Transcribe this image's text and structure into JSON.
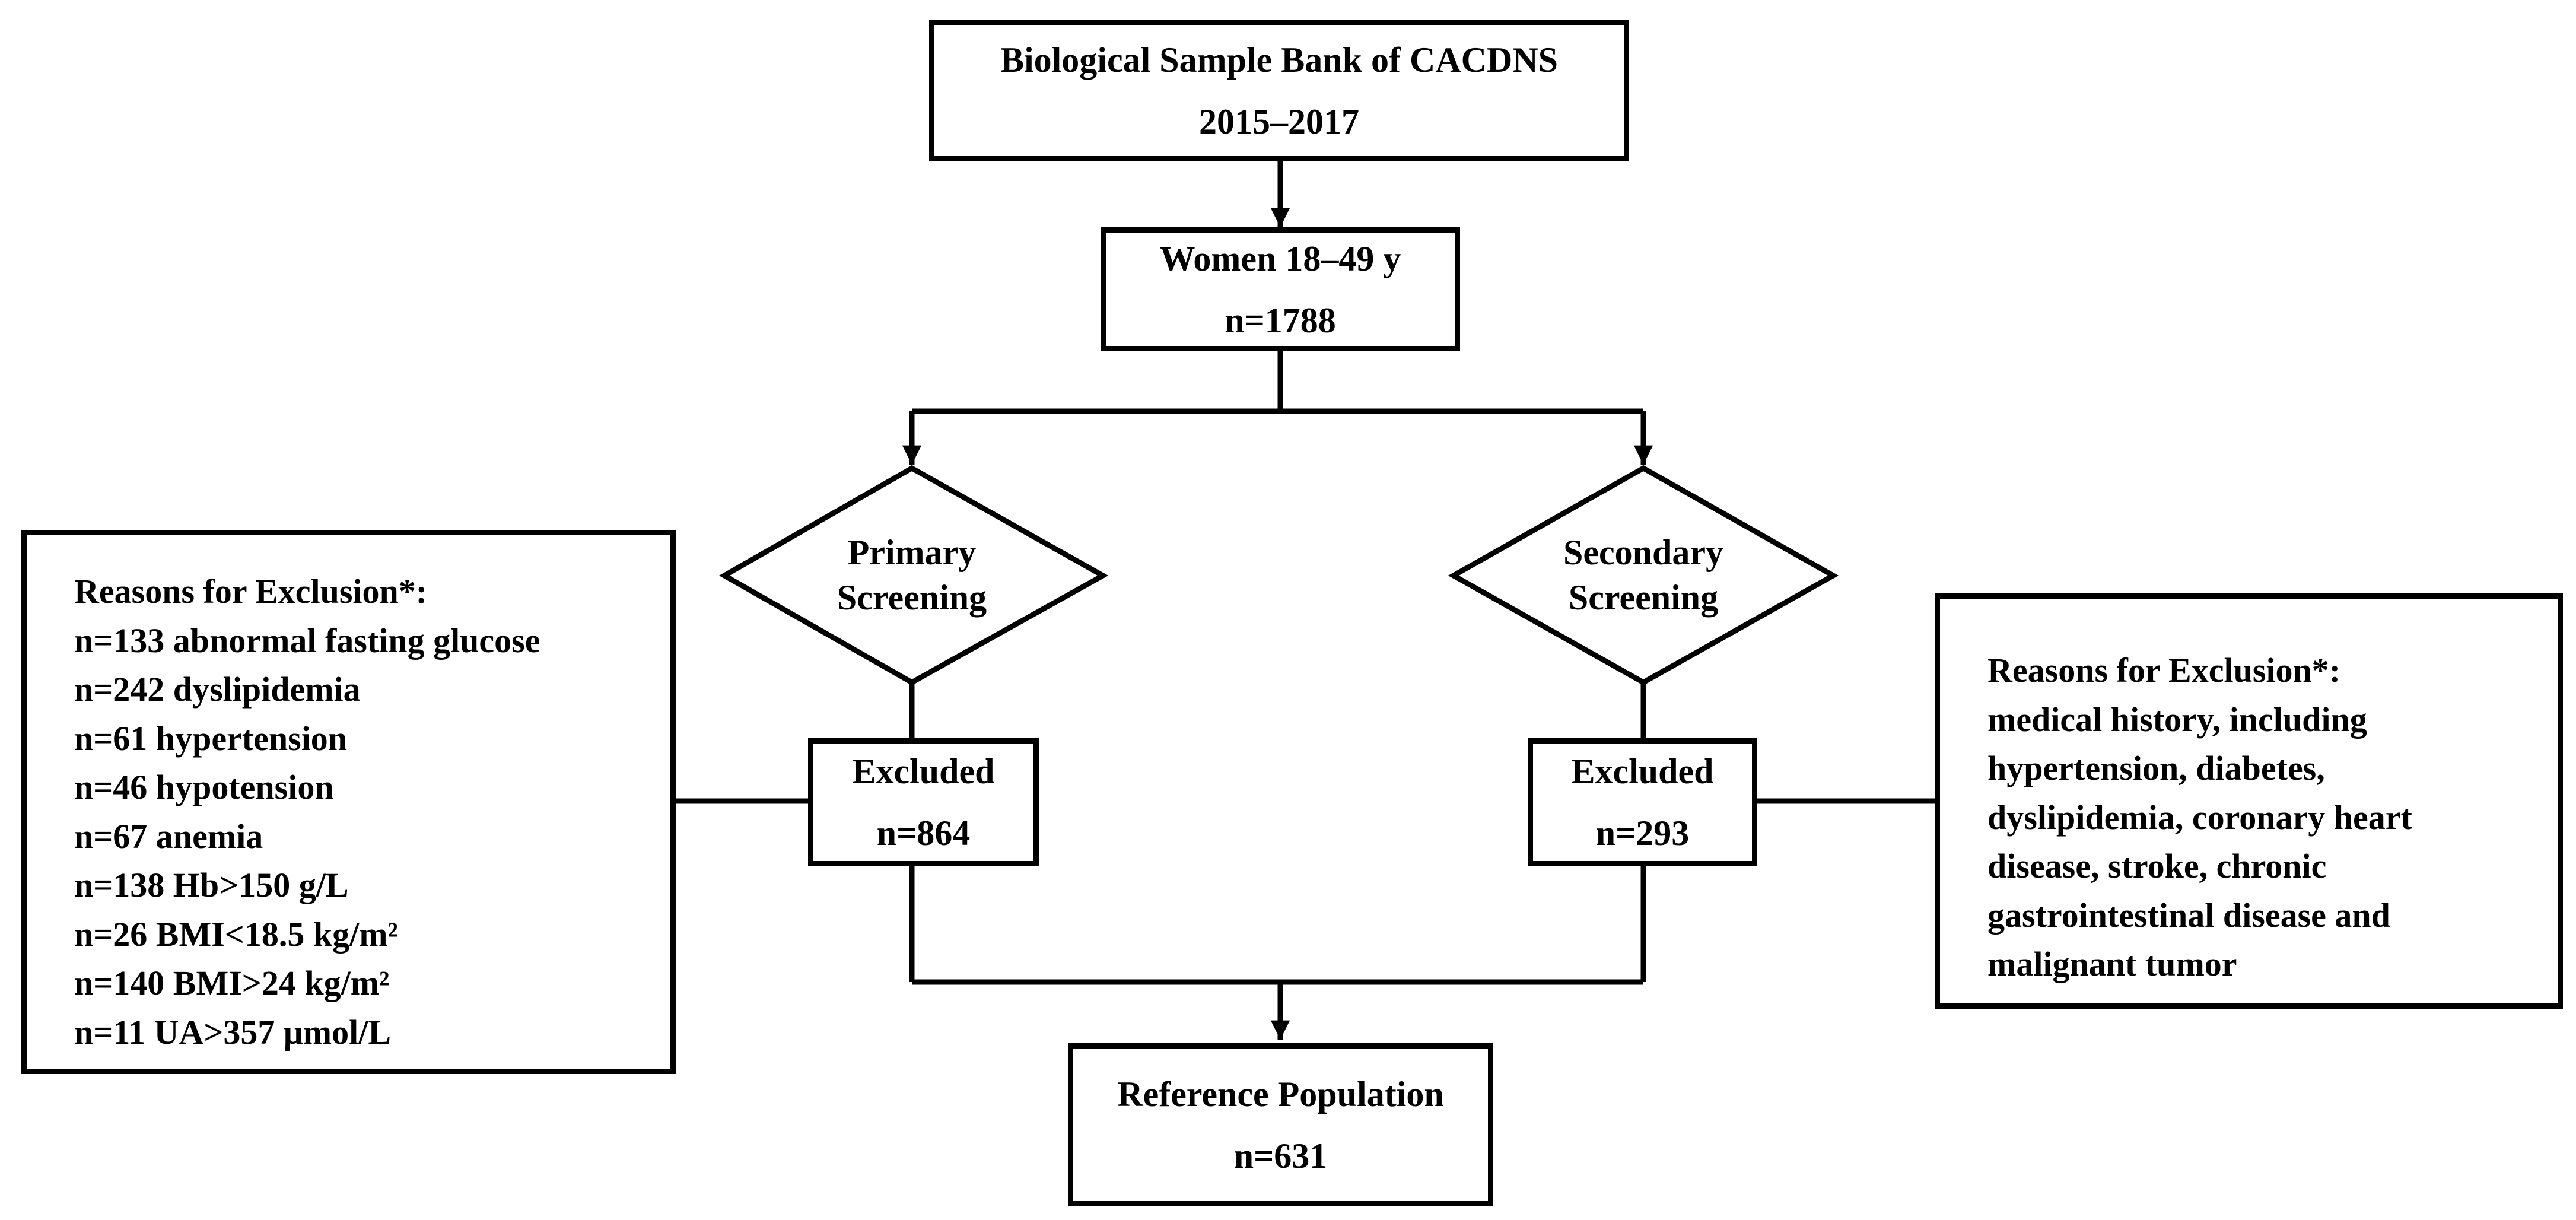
{
  "source_box": {
    "line1": "Biological Sample Bank of CACDNS",
    "line2": "2015–2017"
  },
  "population_box": {
    "line1": "Women 18–49 y",
    "line2": "n=1788"
  },
  "primary_screening": {
    "line1": "Primary",
    "line2": "Screening"
  },
  "secondary_screening": {
    "line1": "Secondary",
    "line2": "Screening"
  },
  "primary_excluded": {
    "line1": "Excluded",
    "line2": "n=864"
  },
  "secondary_excluded": {
    "line1": "Excluded",
    "line2": "n=293"
  },
  "primary_reasons": {
    "heading": "Reasons for Exclusion*:",
    "items": [
      "n=133 abnormal fasting glucose",
      "n=242 dyslipidemia",
      "n=61 hypertension",
      "n=46 hypotension",
      "n=67 anemia",
      "n=138 Hb>150 g/L",
      "n=26 BMI<18.5 kg/m²",
      "n=140 BMI>24 kg/m²",
      "n=11 UA>357 μmol/L"
    ]
  },
  "secondary_reasons": {
    "heading": "Reasons for Exclusion*:",
    "lines": [
      "medical history, including",
      "hypertension, diabetes,",
      "dyslipidemia, coronary heart",
      "disease, stroke, chronic",
      "gastrointestinal disease and",
      "malignant tumor"
    ]
  },
  "result_box": {
    "line1": "Reference Population",
    "line2": "n=631"
  }
}
